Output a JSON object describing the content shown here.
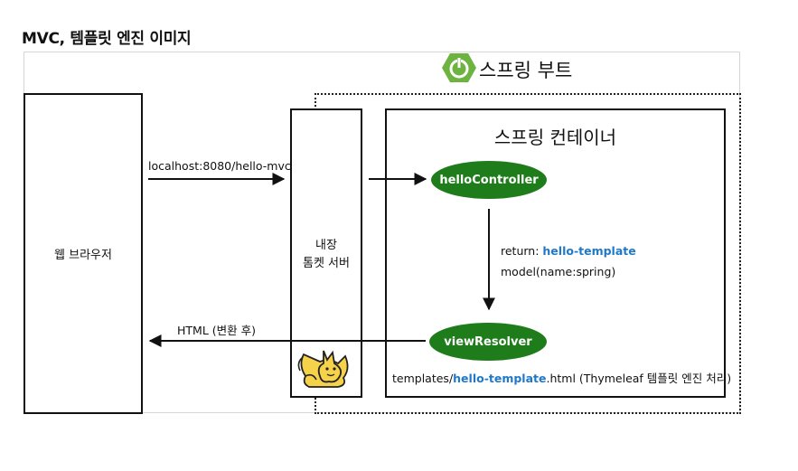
{
  "title": "MVC, 템플릿 엔진 이미지",
  "spring_boot": {
    "label": "스프링 부트",
    "logo_icon": "spring-power-icon",
    "logo_color": "#6db33f"
  },
  "browser": {
    "label": "웹 브라우저"
  },
  "server": {
    "label_line1": "내장",
    "label_line2": "톰켓 서버",
    "logo_icon": "tomcat-cat-icon"
  },
  "container": {
    "label": "스프링 컨테이너"
  },
  "controller": {
    "label": "helloController"
  },
  "view_resolver": {
    "label": "viewResolver"
  },
  "request": {
    "url": "localhost:8080/hello-mvc"
  },
  "response": {
    "label": "HTML (변환 후)"
  },
  "controller_return": {
    "prefix": "return: ",
    "template_name": "hello-template",
    "model": "model(name:spring)"
  },
  "template_path": {
    "prefix": "templates/",
    "name": "hello-template",
    "suffix": ".html (Thymeleaf 템플릿 엔진 처리)"
  },
  "colors": {
    "pill": "#1e7d1a",
    "highlight": "#1f78c8"
  }
}
